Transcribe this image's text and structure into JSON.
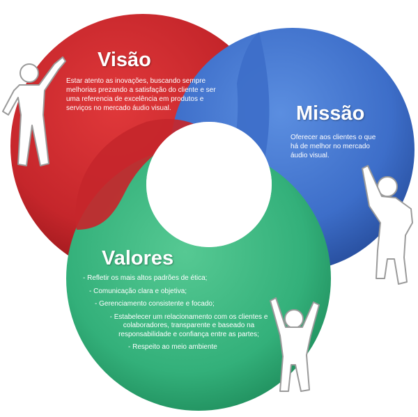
{
  "visao": {
    "title": "Visão",
    "text": "Estar atento as inovações, buscando sempre melhorias prezando a satisfação do cliente e ser uma referencia de excelência em produtos e serviços no mercado áudio visual.",
    "color": "#c5262b"
  },
  "missao": {
    "title": "Missão",
    "text": "Oferecer aos clientes o que há de melhor no mercado áudio visual.",
    "color": "#3d6ec9"
  },
  "valores": {
    "title": "Valores",
    "items": [
      "- Refletir os mais altos padrões de ética;",
      "- Comunicação clara e objetiva;",
      "- Gerenciamento consistente e focado;",
      "- Estabelecer um relacionamento com os clientes e colaboradores, transparente e baseado na responsabilidade e confiança entre as partes;",
      "- Respeito ao meio ambiente"
    ],
    "color": "#33b07a"
  },
  "figures": [
    "person-waving-icon",
    "person-arm-raised-icon",
    "person-arms-up-icon"
  ]
}
